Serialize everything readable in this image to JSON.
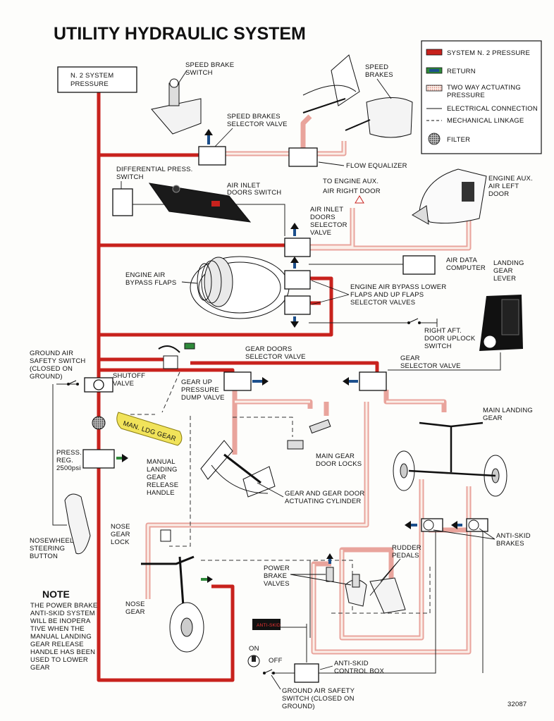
{
  "title": "UTILITY HYDRAULIC SYSTEM",
  "legend": {
    "items": [
      {
        "label": "SYSTEM N. 2 PRESSURE",
        "swatch": "pressure"
      },
      {
        "label": "RETURN",
        "swatch": "return"
      },
      {
        "label": "TWO WAY ACTUATING",
        "label2": "PRESSURE",
        "swatch": "two-way"
      },
      {
        "label": "ELECTRICAL CONNECTION",
        "swatch": "electrical"
      },
      {
        "label": "MECHANICAL LINKAGE",
        "swatch": "mechanical"
      },
      {
        "label": "FILTER",
        "swatch": "filter"
      }
    ]
  },
  "labels": {
    "n2_pressure": [
      "N. 2 SYSTEM",
      "PRESSURE"
    ],
    "speed_brake_switch": [
      "SPEED BRAKE",
      "SWITCH"
    ],
    "speed_brakes": [
      "SPEED",
      "BRAKES"
    ],
    "speed_brakes_selector": [
      "SPEED BRAKES",
      "SELECTOR VALVE"
    ],
    "flow_equalizer": "FLOW EQUALIZER",
    "diff_press_switch": [
      "DIFFERENTIAL PRESS.",
      "SWITCH"
    ],
    "air_inlet_doors_switch": [
      "AIR INLET",
      "DOORS SWITCH"
    ],
    "to_engine_aux": [
      "TO ENGINE AUX.",
      "AIR RIGHT DOOR"
    ],
    "engine_aux_left": [
      "ENGINE AUX.",
      "AIR LEFT",
      "DOOR"
    ],
    "air_inlet_doors_selector": [
      "AIR INLET",
      "DOORS",
      "SELECTOR",
      "VALVE"
    ],
    "air_data_computer": [
      "AIR DATA",
      "COMPUTER"
    ],
    "landing_gear_lever": [
      "LANDING",
      "GEAR",
      "LEVER"
    ],
    "engine_air_bypass_flaps": [
      "ENGINE AIR",
      "BYPASS FLAPS"
    ],
    "bypass_selector_valves": [
      "ENGINE AIR BYPASS LOWER",
      "FLAPS AND UP FLAPS",
      "SELECTOR VALVES"
    ],
    "right_aft_door": [
      "RIGHT AFT.",
      "DOOR UPLOCK",
      "SWITCH"
    ],
    "ground_air_safety_switch": [
      "GROUND AIR",
      "SAFETY SWITCH",
      "(CLOSED ON",
      "GROUND)"
    ],
    "gear_doors_selector": [
      "GEAR DOORS",
      "SELECTOR VALVE"
    ],
    "gear_selector_valve": [
      "GEAR",
      "SELECTOR VALVE"
    ],
    "shutoff_valve": [
      "SHUTOFF",
      "VALVE"
    ],
    "gear_up_dump_valve": [
      "GEAR UP",
      "PRESSURE",
      "DUMP VALVE"
    ],
    "main_landing_gear": [
      "MAIN LANDING",
      "GEAR"
    ],
    "man_ldg_gear_handle": "MAN. LDG GEAR",
    "main_gear_door_locks": [
      "MAIN GEAR",
      "DOOR LOCKS"
    ],
    "press_reg": [
      "PRESS.",
      "REG.",
      "2500psi"
    ],
    "manual_release_handle": [
      "MANUAL",
      "LANDING",
      "GEAR",
      "RELEASE",
      "HANDLE"
    ],
    "gear_door_cylinder": [
      "GEAR AND GEAR DOOR",
      "ACTUATING CYLINDER"
    ],
    "nose_gear_lock": [
      "NOSE",
      "GEAR",
      "LOCK"
    ],
    "anti_skid_brakes": [
      "ANTI-SKID",
      "BRAKES"
    ],
    "rudder_pedals": [
      "RUDDER",
      "PEDALS"
    ],
    "nosewheel_steering": [
      "NOSEWHEEL",
      "STEERING",
      "BUTTON"
    ],
    "power_brake_valves": [
      "POWER",
      "BRAKE",
      "VALVES"
    ],
    "nose_gear": [
      "NOSE",
      "GEAR"
    ],
    "anti_skid_indicator": "ANTI-SKID",
    "switch_on": "ON",
    "switch_off": "OFF",
    "anti_skid_control_box": [
      "ANTI-SKID",
      "CONTROL BOX"
    ],
    "ground_air_safety_switch_2": [
      "GROUND AIR SAFETY",
      "SWITCH (CLOSED ON",
      "GROUND)"
    ],
    "figure_number": "32087"
  },
  "note": {
    "heading": "NOTE",
    "lines": [
      "THE POWER BRAKE",
      "ANTI-SKID SYSTEM",
      "WILL BE INOPERA",
      "TIVE WHEN THE",
      "MANUAL LANDING",
      "GEAR RELEASE",
      "HANDLE HAS BEEN",
      "USED TO LOWER",
      "GEAR"
    ]
  },
  "colors": {
    "pressure": "#c8221d",
    "two_way": "#e9a49c",
    "return_blue": "#1c4f8c",
    "return_green": "#2f8a3a",
    "handle_yellow": "#f1e35a"
  }
}
